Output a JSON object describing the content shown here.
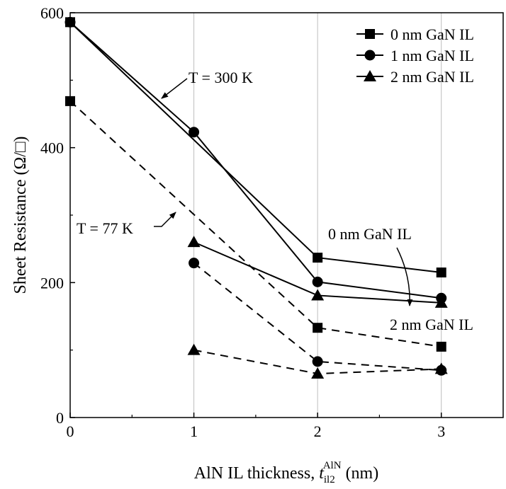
{
  "chart_data": {
    "type": "line",
    "xlabel": {
      "prefix": "AlN IL thickness, ",
      "var": "t",
      "sub": "il2",
      "sup": "AlN",
      "suffix": " (nm)"
    },
    "ylabel": "Sheet Resistance (Ω/□)",
    "xlim": [
      0,
      3.5
    ],
    "ylim": [
      0,
      600
    ],
    "xticks": [
      0,
      1,
      2,
      3
    ],
    "yticks": [
      0,
      200,
      400,
      600
    ],
    "grid": "vertical at x ticks",
    "legend_position": "top-right",
    "legend": [
      {
        "label": "0 nm GaN IL",
        "marker": "square"
      },
      {
        "label": "1 nm GaN IL",
        "marker": "circle"
      },
      {
        "label": "2 nm GaN IL",
        "marker": "triangle"
      }
    ],
    "series": [
      {
        "marker": "square",
        "temperature": "300 K",
        "dash": "solid",
        "x": [
          0,
          2,
          3
        ],
        "y": [
          586,
          237,
          215
        ]
      },
      {
        "marker": "circle",
        "temperature": "300 K",
        "dash": "solid",
        "x": [
          0,
          1,
          2,
          3
        ],
        "y": [
          586,
          423,
          201,
          177
        ]
      },
      {
        "marker": "triangle",
        "temperature": "300 K",
        "dash": "solid",
        "x": [
          1,
          2,
          3
        ],
        "y": [
          260,
          181,
          170
        ]
      },
      {
        "marker": "square",
        "temperature": "77 K",
        "dash": "dashed",
        "x": [
          0,
          2,
          3
        ],
        "y": [
          469,
          133,
          105
        ]
      },
      {
        "marker": "circle",
        "temperature": "77 K",
        "dash": "dashed",
        "x": [
          1,
          2,
          3
        ],
        "y": [
          229,
          83,
          70
        ]
      },
      {
        "marker": "triangle",
        "temperature": "77 K",
        "dash": "dashed",
        "x": [
          1,
          2,
          3
        ],
        "y": [
          100,
          65,
          72
        ]
      }
    ],
    "annotations": {
      "t300": "T = 300 K",
      "t77": "T = 77 K",
      "gan0": "0 nm GaN IL",
      "gan2": "2 nm GaN IL"
    }
  }
}
